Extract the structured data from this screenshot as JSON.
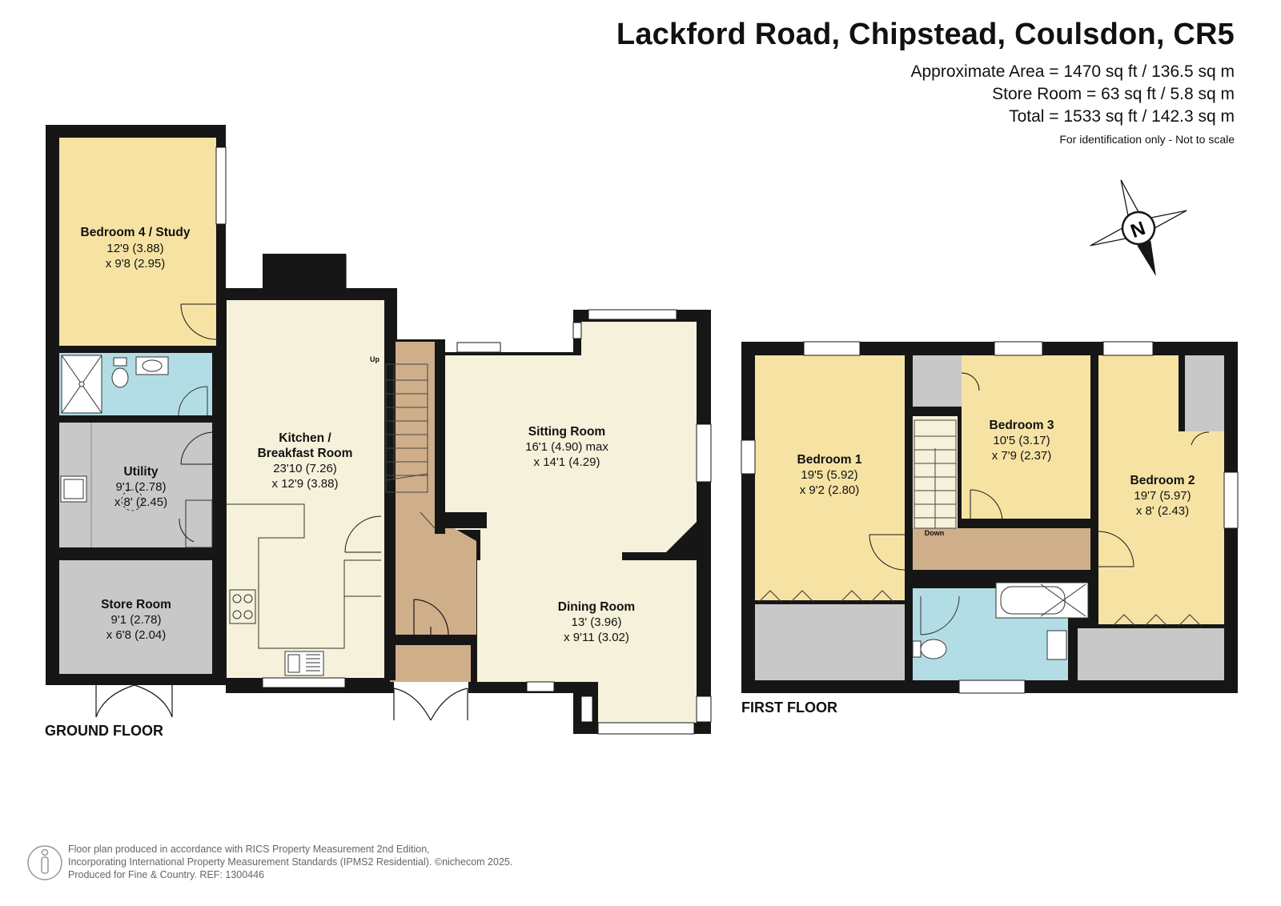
{
  "header": {
    "title": "Lackford Road, Chipstead, Coulsdon, CR5",
    "area_main": "Approximate Area = 1470 sq ft / 136.5 sq m",
    "area_store": "Store Room = 63 sq ft / 5.8 sq m",
    "area_total": "Total = 1533 sq ft / 142.3 sq m",
    "note": "For identification only - Not to scale"
  },
  "floors": {
    "ground": "GROUND FLOOR",
    "first": "FIRST FLOOR"
  },
  "compass": {
    "label": "N",
    "icon": "compass-icon"
  },
  "rooms": {
    "bedroom4": {
      "name": "Bedroom 4 / Study",
      "dim1": "12'9 (3.88)",
      "dim2": "x 9'8 (2.95)"
    },
    "kitchen": {
      "name1": "Kitchen /",
      "name2": "Breakfast Room",
      "dim1": "23'10 (7.26)",
      "dim2": "x 12'9 (3.88)"
    },
    "utility": {
      "name": "Utility",
      "dim1": "9'1 (2.78)",
      "dim2": "x 8' (2.45)"
    },
    "store": {
      "name": "Store Room",
      "dim1": "9'1 (2.78)",
      "dim2": "x 6'8 (2.04)"
    },
    "sitting": {
      "name": "Sitting Room",
      "dim1": "16'1 (4.90) max",
      "dim2": "x 14'1 (4.29)"
    },
    "dining": {
      "name": "Dining Room",
      "dim1": "13' (3.96)",
      "dim2": "x 9'11 (3.02)"
    },
    "bedroom1": {
      "name": "Bedroom 1",
      "dim1": "19'5 (5.92)",
      "dim2": "x 9'2 (2.80)"
    },
    "bedroom3": {
      "name": "Bedroom 3",
      "dim1": "10'5 (3.17)",
      "dim2": "x 7'9 (2.37)"
    },
    "bedroom2": {
      "name": "Bedroom 2",
      "dim1": "19'7 (5.97)",
      "dim2": "x 8' (2.43)"
    }
  },
  "stairs": {
    "up": "Up",
    "down": "Down"
  },
  "colors": {
    "bedroom": "#f6e3a3",
    "kitchen": "#f5f1da",
    "hall": "#cfae8a",
    "bath": "#b3dde4",
    "grey": "#c8c8c8",
    "wall": "#161616"
  },
  "footer": {
    "line1": "Floor plan produced in accordance with RICS Property Measurement 2nd Edition,",
    "line2": "Incorporating International Property Measurement Standards (IPMS2 Residential).   ©nichecom 2025.",
    "line3": "Produced for Fine & Country.   REF: 1300446"
  }
}
